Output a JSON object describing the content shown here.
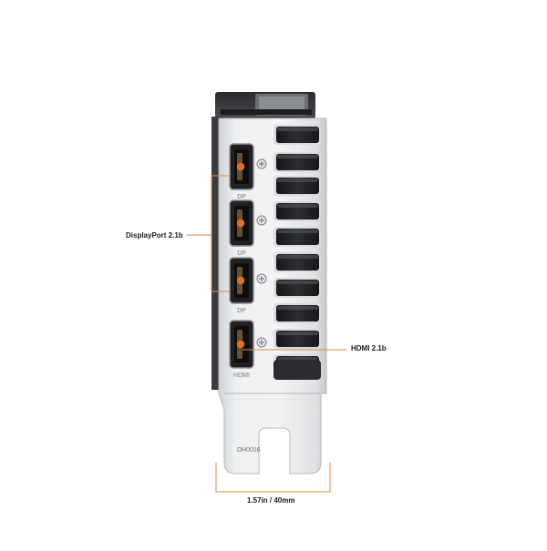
{
  "callouts": {
    "displayport": "DisplayPort 2.1b",
    "hdmi": "HDMI 2.1b",
    "width": "1.57in / 40mm"
  },
  "port_labels": {
    "dp_1": "DP",
    "dp_2": "DP",
    "dp_3": "DP",
    "hdmi": "HDMI"
  },
  "bracket_code": "DH0016",
  "colors": {
    "accent": "#e8893a",
    "marker": "#ef6a1e",
    "bracket": "#e4e6e8"
  }
}
